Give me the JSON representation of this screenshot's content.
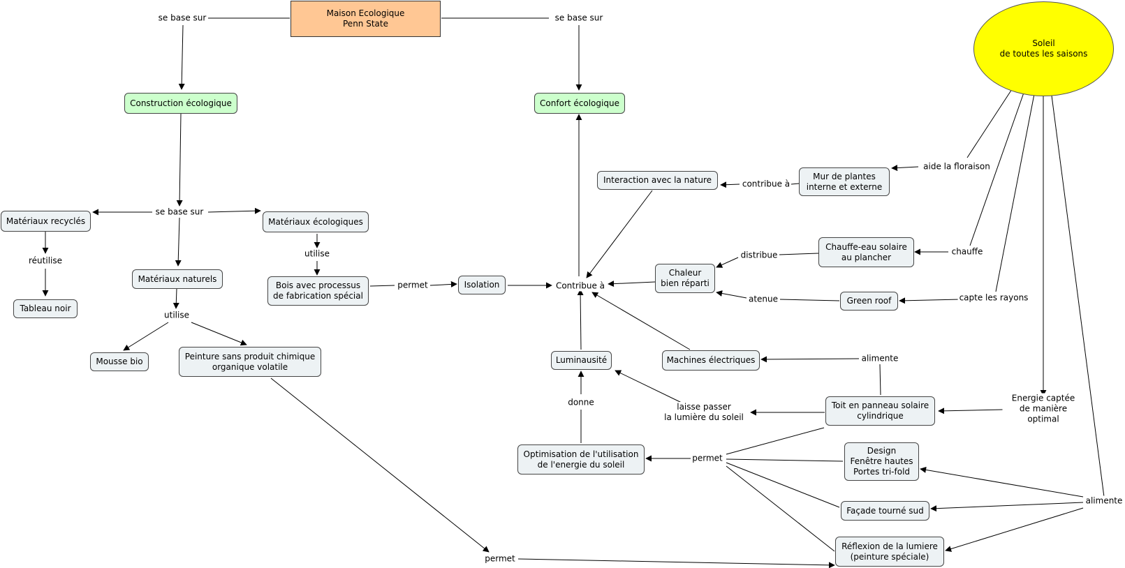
{
  "nodes": {
    "maison": "Maison Ecologique\nPenn State",
    "soleil": "Soleil\nde toutes les saisons",
    "construction": "Construction écologique",
    "confort": "Confort écologique",
    "recycles": "Matériaux recyclés",
    "ecologiques": "Matériaux écologiques",
    "naturels": "Matériaux naturels",
    "tableau": "Tableau noir",
    "bois": "Bois avec processus\nde fabrication spécial",
    "isolation": "Isolation",
    "mousse": "Mousse bio",
    "peinture": "Peinture sans produit chimique\norganique volatile",
    "interaction": "Interaction avec la nature",
    "mur": "Mur de plantes\ninterne et externe",
    "chauffe_eau": "Chauffe-eau solaire\nau plancher",
    "chaleur": "Chaleur\nbien réparti",
    "green_roof": "Green roof",
    "luminausite": "Luminausité",
    "machines": "Machines électriques",
    "toit": "Toit en panneau solaire\ncylindrique",
    "optimisation": "Optimisation de l'utilisation\nde l'energie du soleil",
    "design": "Design\nFenêtre hautes\nPortes tri-fold",
    "facade": "Façade tourné sud",
    "reflexion": "Réflexion de la lumiere\n(peinture spéciale)"
  },
  "labels": {
    "se_base_sur_left": "se base sur",
    "se_base_sur_right": "se base sur",
    "se_base_sur_mid": "se base sur",
    "reutilise": "réutilise",
    "utilise_eco": "utilise",
    "utilise_nat": "utilise",
    "permet_bois": "permet",
    "contribue_a": "Contribue à",
    "contribue_a_mur": "contribue à",
    "aide_floraison": "aide la floraison",
    "distribue": "distribue",
    "chauffe": "chauffe",
    "atenue": "atenue",
    "capte_rayons": "capte les rayons",
    "alimente_top": "alimente",
    "energie_captee": "Energie captée\nde manière optimal",
    "laisse_passer": "laisse passer\nla lumière du soleil",
    "donne": "donne",
    "permet_mid": "permet",
    "alimente_right": "alimente",
    "permet_bottom": "permet"
  }
}
